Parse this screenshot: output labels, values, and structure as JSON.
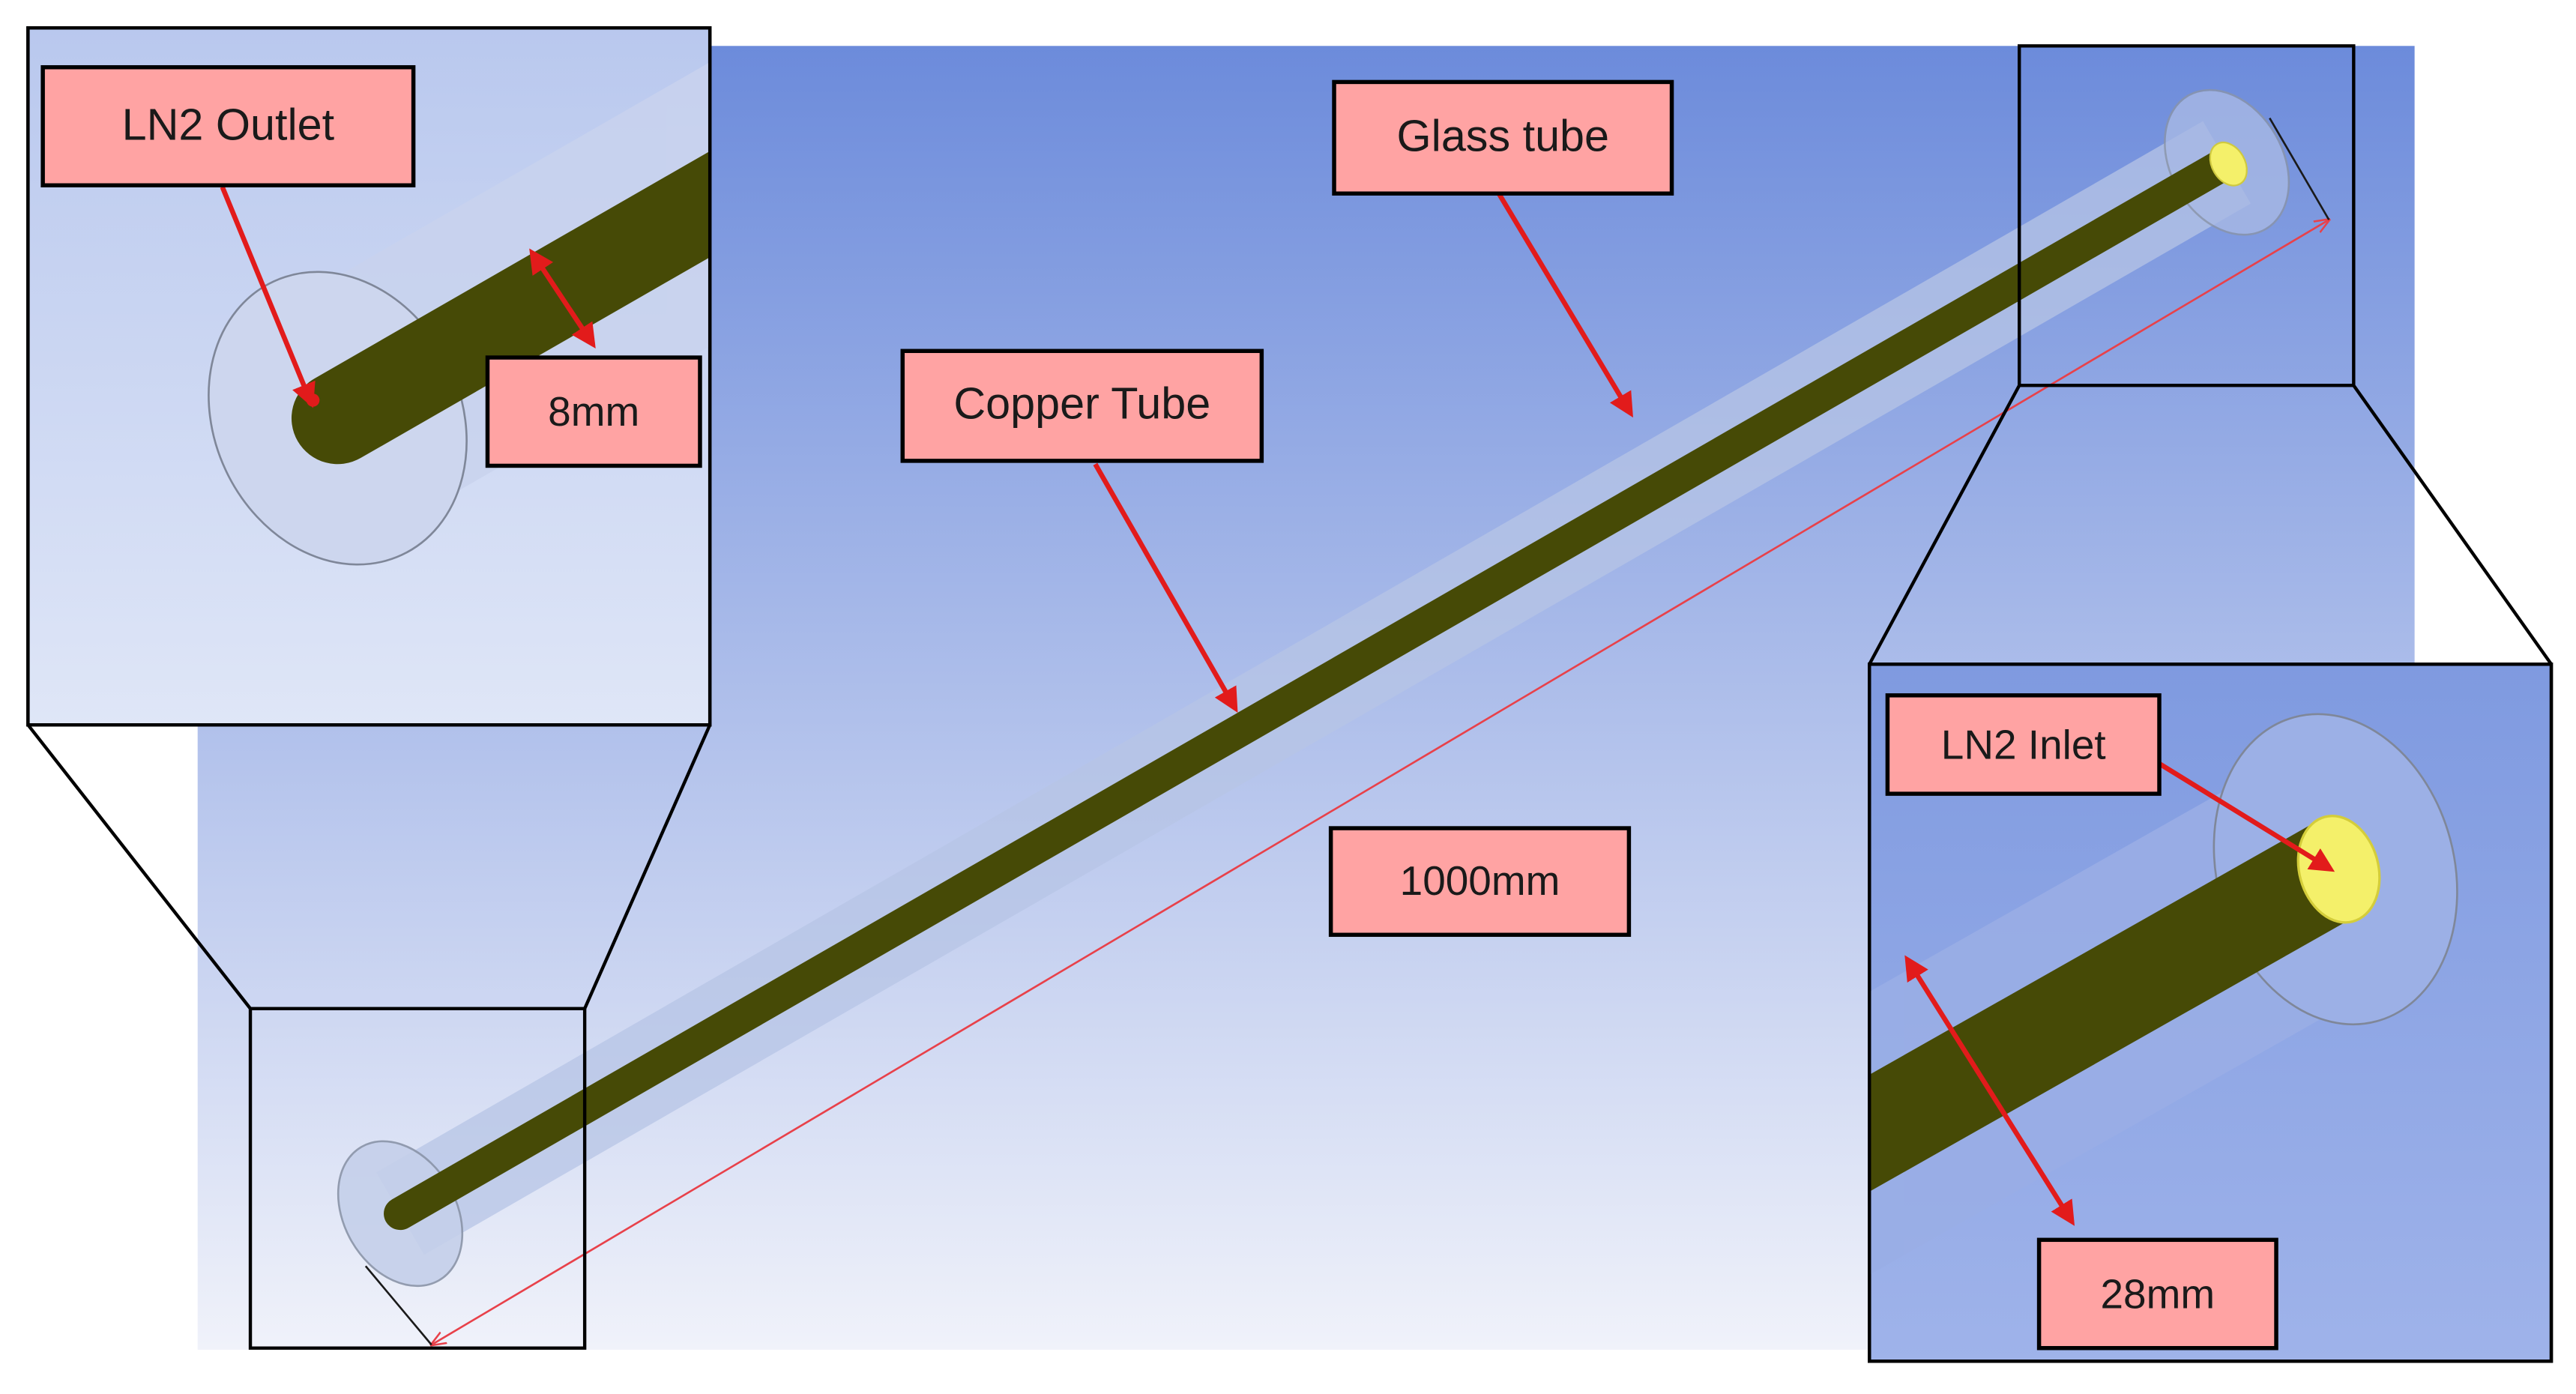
{
  "labels": {
    "ln2_outlet": "LN2 Outlet",
    "glass_tube": "Glass tube",
    "copper_tube": "Copper Tube",
    "length": "1000mm",
    "inner_diameter": "8mm",
    "ln2_inlet": "LN2 Inlet",
    "outer_diameter": "28mm"
  },
  "colors": {
    "background_top": "#6f8edc",
    "background_bottom": "#eef1fa",
    "copper_tube": "#464a06",
    "glass_tube": "#b3c3e6",
    "inlet_face": "#f4f06a",
    "label_fill": "#ffa3a3",
    "label_border": "#000000",
    "arrow": "#e21b1b",
    "dimension_line": "#e8414a",
    "frame": "#000000"
  }
}
